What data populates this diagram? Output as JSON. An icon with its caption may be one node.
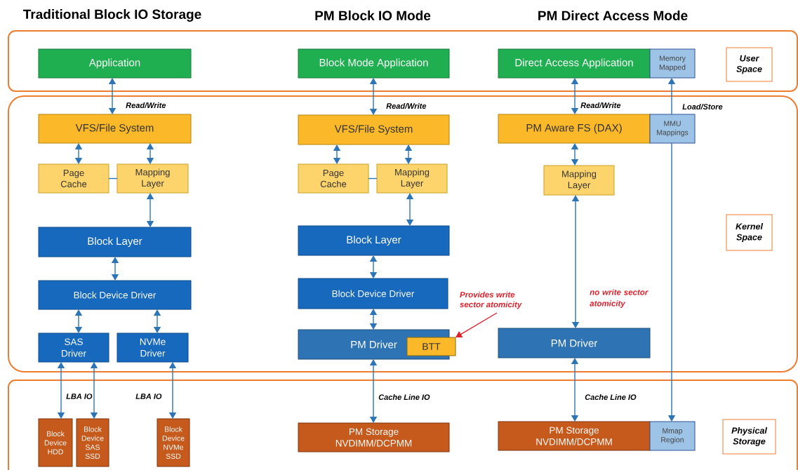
{
  "diagram": {
    "nodes": [
      {
        "text": [],
        "shape": "box"
      },
      {
        "text": [],
        "shape": "box"
      },
      {
        "text": [],
        "shape": "box"
      },
      {
        "text": [
          "Application"
        ],
        "in": 0
      },
      {
        "text": [
          "Block Mode Application"
        ],
        "in": 0
      },
      {
        "text": [
          "Direct Access Application"
        ],
        "in": 0
      },
      {
        "text": [
          "Memory Mapped"
        ],
        "in": 0
      },
      {
        "text": [
          "User Space"
        ],
        "in": 0
      },
      {
        "text": [
          "VFS/File System"
        ],
        "in": 1
      },
      {
        "text": [
          "Page Cache"
        ],
        "in": 1
      },
      {
        "text": [
          "Mapping Layer"
        ],
        "in": 1
      },
      {
        "text": [
          "Block Layer"
        ],
        "in": 1
      },
      {
        "text": [
          "Block Device Driver"
        ],
        "in": 1
      },
      {
        "text": [
          "SAS Driver"
        ],
        "in": 1
      },
      {
        "text": [
          "NVMe Driver"
        ],
        "in": 1
      },
      {
        "text": [
          "VFS/File System"
        ],
        "in": 1
      },
      {
        "text": [
          "Page Cache"
        ],
        "in": 1
      },
      {
        "text": [
          "Mapping Layer"
        ],
        "in": 1
      },
      {
        "text": [
          "Block Layer"
        ],
        "in": 1
      },
      {
        "text": [
          "Block Device Driver"
        ],
        "in": 1
      },
      {
        "text": [
          "PM Driver"
        ],
        "in": 1
      },
      {
        "text": [
          "BTT"
        ],
        "in": 1
      },
      {
        "text": [
          "PM Aware FS (DAX)"
        ],
        "in": 1
      },
      {
        "text": [
          "MMU Mappings"
        ],
        "in": 1
      },
      {
        "text": [
          "Mapping Layer"
        ],
        "in": 1
      },
      {
        "text": [
          "PM Driver"
        ],
        "in": 1
      },
      {
        "text": [
          "Kernel Space"
        ],
        "in": 1
      },
      {
        "text": [
          "Block Device HDD"
        ],
        "in": 2
      },
      {
        "text": [
          "Block Device SAS SSD"
        ],
        "in": 2
      },
      {
        "text": [
          "Block Device NVMe SSD"
        ],
        "in": 2
      },
      {
        "text": [
          "PM Storage NVDIMM/DCPMM"
        ],
        "in": 2
      },
      {
        "text": [
          "PM Storage NVDIMM/DCPMM"
        ],
        "in": 2
      },
      {
        "text": [
          "Mmap Region"
        ],
        "in": 2
      },
      {
        "text": [
          "Physical Storage"
        ],
        "in": 2
      },
      {
        "text": [
          "Provides write sector atomicity"
        ],
        "in": 1
      }
    ],
    "edges": [
      {
        "from": 3,
        "to": 8,
        "arrow": "both",
        "label": "Read/Write"
      },
      {
        "from": 8,
        "to": 9,
        "arrow": "both"
      },
      {
        "from": 8,
        "to": 10,
        "arrow": "both"
      },
      {
        "from": 9,
        "to": 10,
        "arrow": "none"
      },
      {
        "from": 10,
        "to": 11,
        "arrow": "both"
      },
      {
        "from": 11,
        "to": 12,
        "arrow": "both"
      },
      {
        "from": 12,
        "to": 13,
        "arrow": "both"
      },
      {
        "from": 12,
        "to": 14,
        "arrow": "both"
      },
      {
        "from": 13,
        "to": 27,
        "arrow": "both",
        "label": "LBA IO"
      },
      {
        "from": 13,
        "to": 28,
        "arrow": "both"
      },
      {
        "from": 14,
        "to": 29,
        "arrow": "both",
        "label": "LBA IO"
      },
      {
        "from": 4,
        "to": 15,
        "arrow": "both",
        "label": "Read/Write"
      },
      {
        "from": 15,
        "to": 16,
        "arrow": "both"
      },
      {
        "from": 15,
        "to": 17,
        "arrow": "both"
      },
      {
        "from": 16,
        "to": 17,
        "arrow": "none"
      },
      {
        "from": 17,
        "to": 18,
        "arrow": "both"
      },
      {
        "from": 18,
        "to": 19,
        "arrow": "both"
      },
      {
        "from": 19,
        "to": 20,
        "arrow": "both"
      },
      {
        "from": 20,
        "to": 30,
        "arrow": "both",
        "label": "Cache Line IO"
      },
      {
        "from": 5,
        "to": 22,
        "arrow": "both",
        "label": "Read/Write"
      },
      {
        "from": 22,
        "to": 24,
        "arrow": "both"
      },
      {
        "from": 24,
        "to": 25,
        "arrow": "both"
      },
      {
        "from": 25,
        "to": 31,
        "arrow": "both",
        "label": "Cache Line IO"
      },
      {
        "from": 23,
        "to": 6,
        "arrow": "to",
        "label": "Load/Store"
      },
      {
        "from": 23,
        "to": 32,
        "arrow": "to"
      },
      {
        "from": 34,
        "to": 21,
        "arrow": "to",
        "color": "#e0202a"
      }
    ],
    "labels": [
      "Traditional Block IO Storage",
      "PM Block IO Mode",
      "PM Direct Access Mode",
      "no write sector atomicity"
    ]
  }
}
